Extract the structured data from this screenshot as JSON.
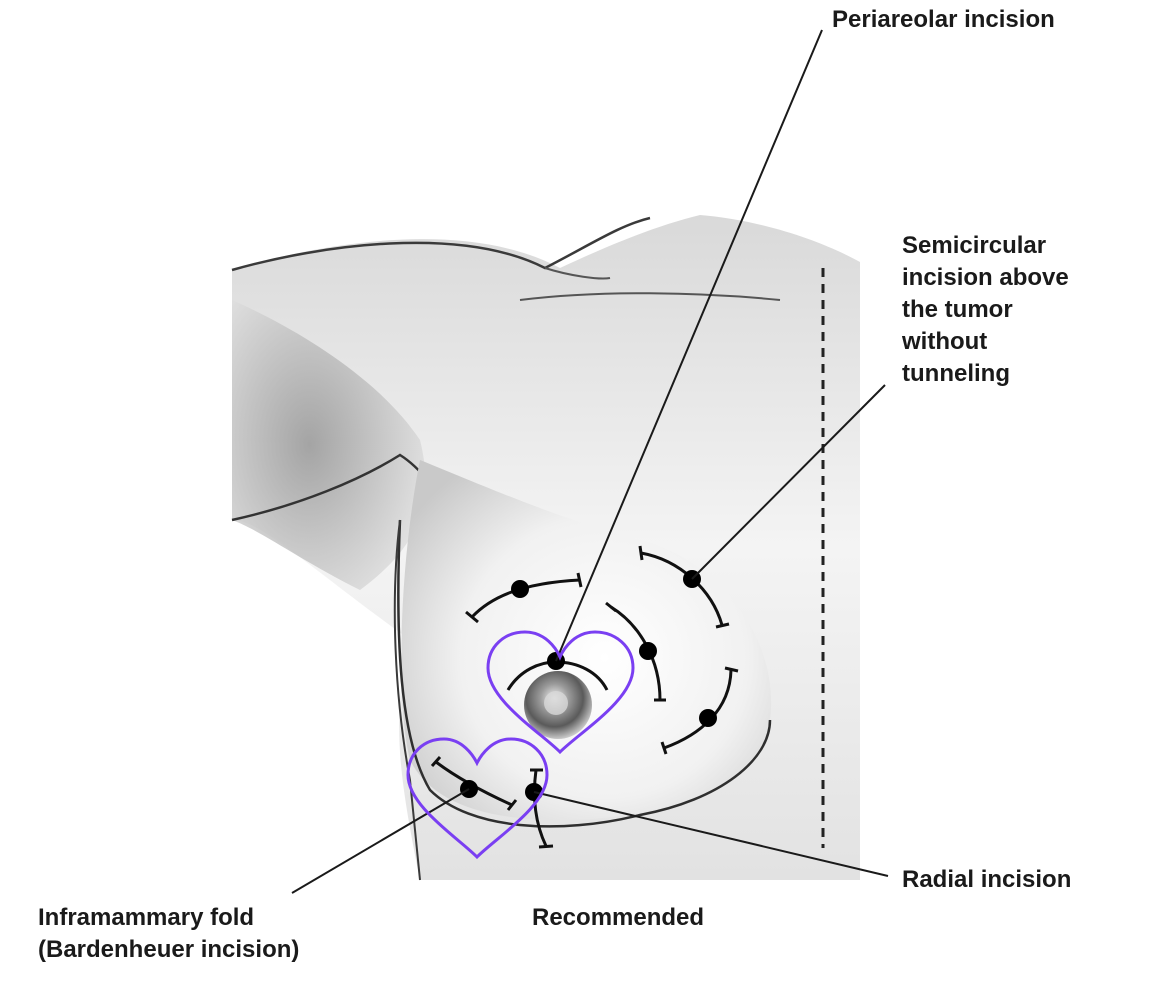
{
  "labels": {
    "periareolar": "Periareolar incision",
    "semicircular": [
      "Semicircular",
      "incision above",
      "the tumor",
      "without",
      "tunneling"
    ],
    "radial": "Radial incision",
    "inframammary": [
      "Inframammary fold",
      "(Bardenheuer incision)"
    ],
    "recommended": "Recommended"
  },
  "icons": [
    "heart-marker-icon"
  ],
  "colors": {
    "heart": "#7a3ff2",
    "ink": "#1a1a1a",
    "skin_shade": "#cfcfcf"
  }
}
